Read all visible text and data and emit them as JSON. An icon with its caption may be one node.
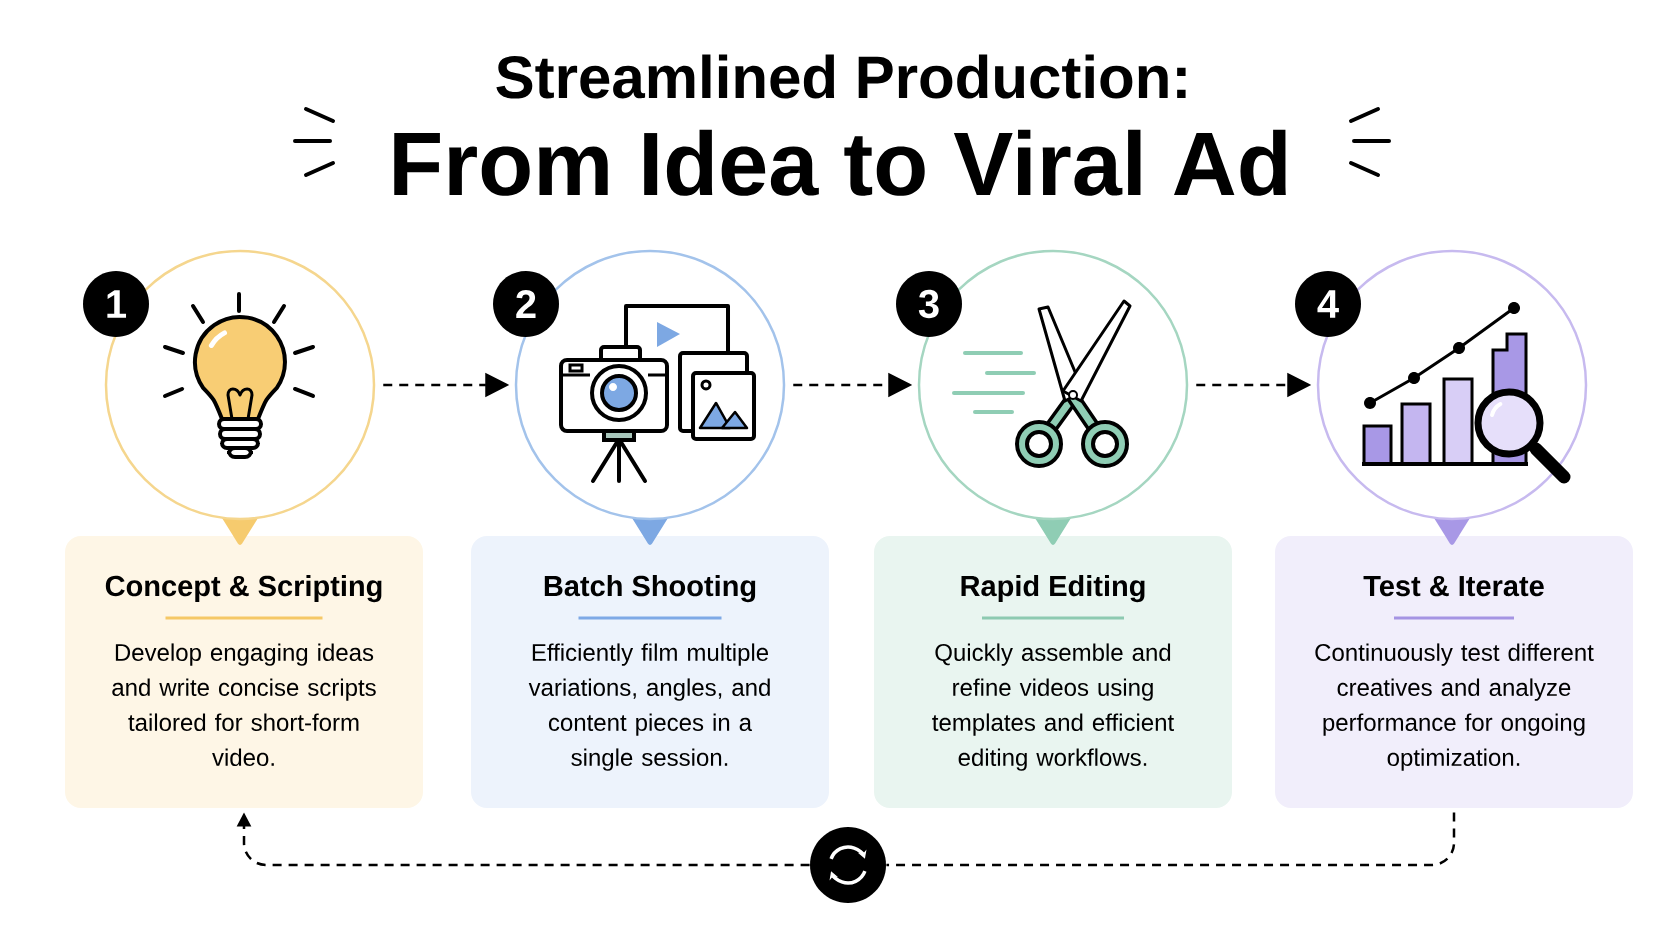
{
  "diagram": {
    "title": "Streamlined Production:",
    "nodes": [
      {
        "text": [
          "1"
        ]
      },
      {
        "text": [
          "Concept & Scripting",
          "Develop engaging ideas and write concise scripts tailored for short-form video."
        ]
      },
      {
        "text": [
          "2"
        ]
      },
      {
        "text": [
          "Batch Shooting",
          "Efficiently film multiple variations, angles, and content pieces in a single session."
        ]
      },
      {
        "text": [
          "3"
        ]
      },
      {
        "text": [
          "Rapid Editing",
          "Quickly assemble and refine videos using templates and efficient editing workflows."
        ]
      },
      {
        "text": [
          "4"
        ]
      },
      {
        "text": [
          "Test & Iterate",
          "Continuously test different creatives and analyze performance for ongoing optimization."
        ]
      },
      {
        "text": [],
        "shape": "circle"
      }
    ],
    "edges": [
      {
        "from": 0,
        "to": 2,
        "arrow": "to",
        "style": "dashed"
      },
      {
        "from": 2,
        "to": 4,
        "arrow": "to",
        "style": "dashed"
      },
      {
        "from": 4,
        "to": 6,
        "arrow": "to",
        "style": "dashed"
      },
      {
        "from": 7,
        "to": 8,
        "arrow": "none",
        "style": "dashed"
      },
      {
        "from": 8,
        "to": 1,
        "arrow": "to",
        "style": "dashed"
      }
    ],
    "labels": [
      "From Idea to Viral Ad"
    ]
  }
}
